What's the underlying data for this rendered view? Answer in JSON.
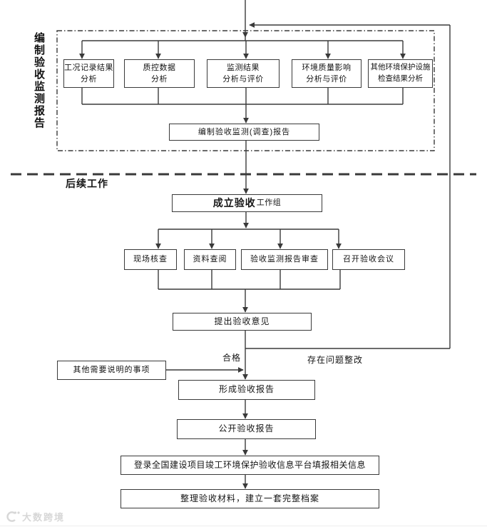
{
  "diagram": {
    "phase1_label": "编制验收监测报告",
    "phase2_label": "后续工作",
    "top_row_boxes": [
      {
        "line1": "工况记录结果",
        "line2": "分析"
      },
      {
        "line1": "质控数据",
        "line2": "分析"
      },
      {
        "line1": "监测结果",
        "line2": "分析与评价"
      },
      {
        "line1": "环境质量影响",
        "line2": "分析与评价"
      },
      {
        "line1": "其他环境保护设施",
        "line2": "检查结果分析"
      }
    ],
    "compile_report_box": "编制验收监测(调查)报告",
    "setup_group_box": {
      "main": "成立验收",
      "sub": "工作组"
    },
    "review_row_boxes": [
      "现场核查",
      "资料查阅",
      "验收监测报告审查",
      "召开验收会议"
    ],
    "opinion_box": "提出验收意见",
    "qualified_label": "合格",
    "rectification_label": "存在问题整改",
    "other_matters_box": "其他需要说明的事项",
    "form_report_box": "形成验收报告",
    "publish_report_box": "公开验收报告",
    "platform_box": "登录全国建设项目竣工环境保护验收信息平台填报相关信息",
    "archive_box": "整理验收材料，建立一套完整档案",
    "watermark_text": "大数跨境",
    "colors": {
      "line": "#3a3a3a",
      "text": "#151515",
      "watermark": "#d7d7d7"
    }
  }
}
